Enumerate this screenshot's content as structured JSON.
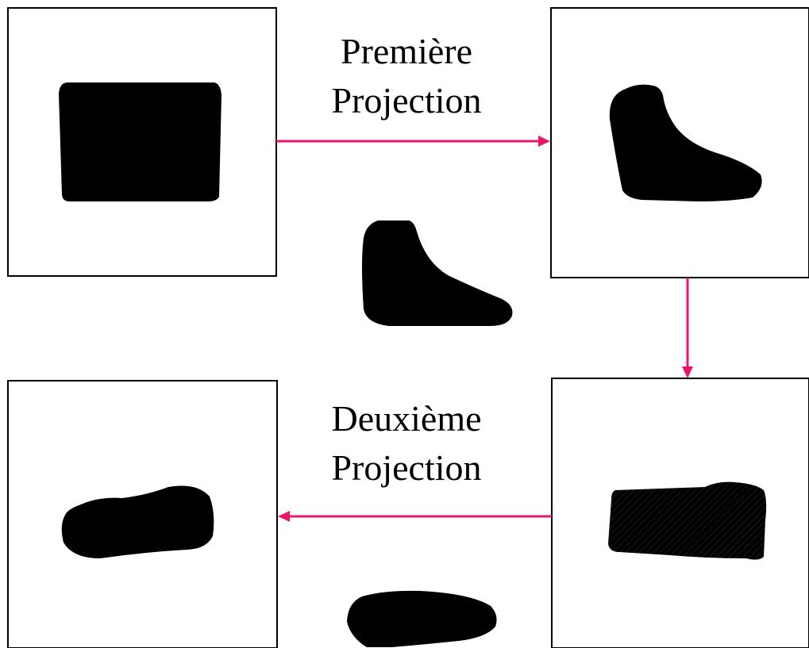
{
  "labels": {
    "first_projection": {
      "line1": "Première",
      "line2": "Projection"
    },
    "second_projection": {
      "line1": "Deuxième",
      "line2": "Projection"
    }
  },
  "colors": {
    "arrow": "#e8176b",
    "frame": "#000000",
    "shape": "#000000",
    "background": "#ffffff"
  },
  "panels": [
    "panel-top-left",
    "panel-top-right",
    "panel-bottom-left",
    "panel-bottom-right"
  ],
  "arrows": [
    "arrow-top-to-right",
    "arrow-down",
    "arrow-bottom-to-left"
  ]
}
